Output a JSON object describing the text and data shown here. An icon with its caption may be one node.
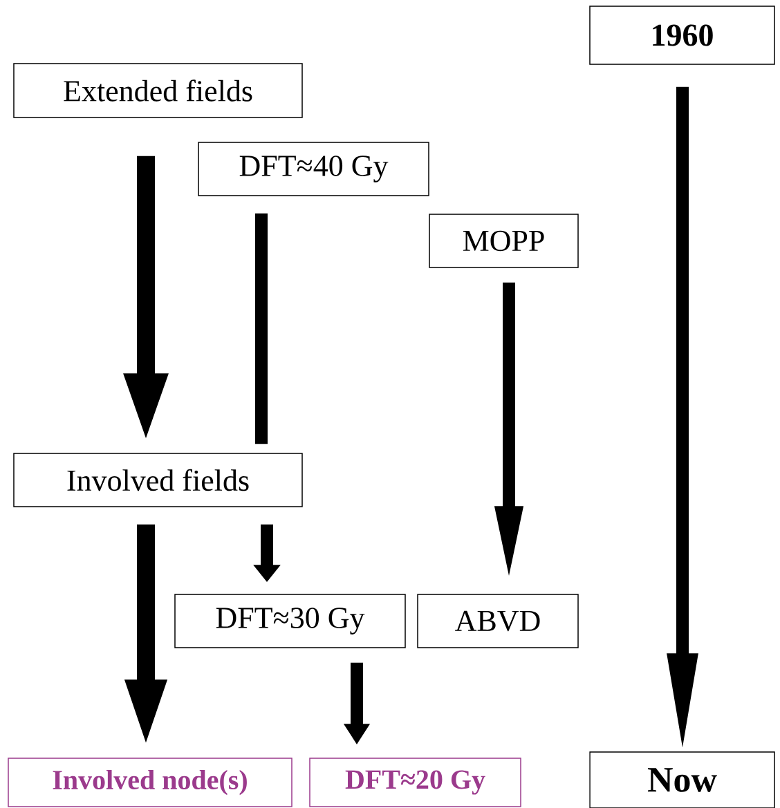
{
  "diagram": {
    "nodes": [
      {
        "text": [
          "Extended fields"
        ]
      },
      {
        "text": [
          "DFT≈40 Gy"
        ]
      },
      {
        "text": [
          "MOPP"
        ]
      },
      {
        "text": [
          "1960"
        ]
      },
      {
        "text": [
          "Involved fields"
        ]
      },
      {
        "text": [
          "DFT≈30 Gy"
        ]
      },
      {
        "text": [
          "ABVD"
        ]
      },
      {
        "text": [
          "Involved node(s)"
        ]
      },
      {
        "text": [
          "DFT≈20 Gy"
        ]
      },
      {
        "text": [
          "Now"
        ]
      }
    ],
    "edges": [
      {
        "from": 0,
        "to": 4,
        "arrow": "to"
      },
      {
        "from": 1,
        "to": 4,
        "arrow": "none"
      },
      {
        "from": 2,
        "to": 6,
        "arrow": "to"
      },
      {
        "from": 3,
        "to": 9,
        "arrow": "to"
      },
      {
        "from": 4,
        "to": 7,
        "arrow": "to"
      },
      {
        "from": 4,
        "to": 5,
        "arrow": "to"
      },
      {
        "from": 5,
        "to": 8,
        "arrow": "to"
      }
    ]
  }
}
